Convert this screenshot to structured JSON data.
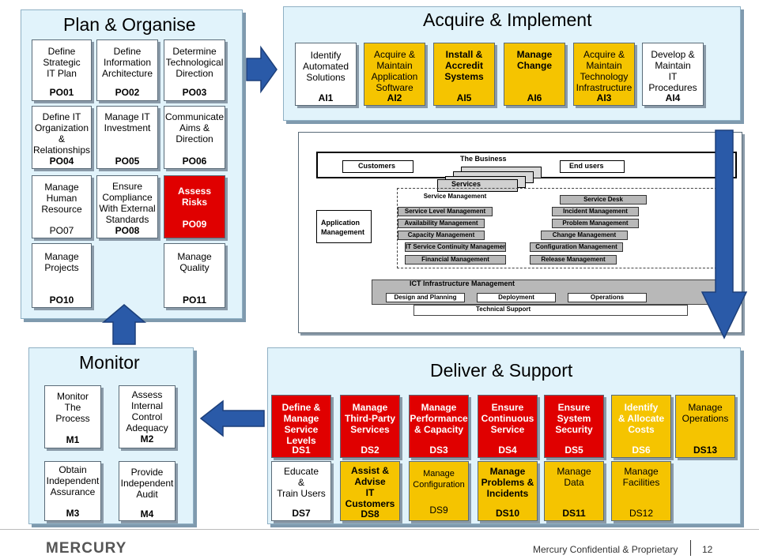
{
  "plan": {
    "title": "Plan & Organise",
    "boxes": [
      {
        "text": "Define\nStrategic\nIT Plan",
        "code": "PO01"
      },
      {
        "text": "Define\nInformation\nArchitecture",
        "code": "PO02"
      },
      {
        "text": "Determine\nTechnological\nDirection",
        "code": "PO03"
      },
      {
        "text": "Define IT\nOrganization\n&\nRelationships",
        "code": "PO04"
      },
      {
        "text": "Manage IT\nInvestment",
        "code": "PO05"
      },
      {
        "text": "Communicate\nAims &\nDirection",
        "code": "PO06"
      },
      {
        "text": "Manage\nHuman\nResource",
        "code": "PO07"
      },
      {
        "text": "Ensure\nCompliance\nWith External\nStandards",
        "code": "PO08"
      },
      {
        "text": "Assess\nRisks",
        "code": "PO09"
      },
      {
        "text": "Manage\nProjects",
        "code": "PO10"
      },
      {
        "text": "Manage\nQuality",
        "code": "PO11"
      }
    ]
  },
  "acquire": {
    "title": "Acquire & Implement",
    "boxes": [
      {
        "text": "Identify\nAutomated\nSolutions",
        "code": "AI1"
      },
      {
        "text": "Acquire &\nMaintain\nApplication\nSoftware",
        "code": "AI2"
      },
      {
        "text": "Install &\nAccredit\nSystems",
        "code": "AI5"
      },
      {
        "text": "Manage\nChange",
        "code": "AI6"
      },
      {
        "text": "Acquire &\nMaintain\nTechnology\nInfrastructure",
        "code": "AI3"
      },
      {
        "text": "Develop &\nMaintain\nIT\nProcedures",
        "code": "AI4"
      }
    ]
  },
  "monitor": {
    "title": "Monitor",
    "boxes": [
      {
        "text": "Monitor\nThe\nProcess",
        "code": "M1"
      },
      {
        "text": "Assess\nInternal\nControl\nAdequacy",
        "code": "M2"
      },
      {
        "text": "Obtain\nIndependent\nAssurance",
        "code": "M3"
      },
      {
        "text": "Provide\nIndependent\nAudit",
        "code": "M4"
      }
    ]
  },
  "deliver": {
    "title": "Deliver & Support",
    "boxes": [
      {
        "text": "Define &\nManage\nService\nLevels",
        "code": "DS1"
      },
      {
        "text": "Manage\nThird-Party\nServices",
        "code": "DS2"
      },
      {
        "text": "Manage\nPerformance\n& Capacity",
        "code": "DS3"
      },
      {
        "text": "Ensure\nContinuous\nService",
        "code": "DS4"
      },
      {
        "text": "Ensure\nSystem\nSecurity",
        "code": "DS5"
      },
      {
        "text": "Identify\n& Allocate\nCosts",
        "code": "DS6"
      },
      {
        "text": "Manage\nOperations",
        "code": "DS13"
      },
      {
        "text": "Educate\n&\nTrain Users",
        "code": "DS7"
      },
      {
        "text": "Assist &\nAdvise\nIT\nCustomers",
        "code": "DS8"
      },
      {
        "text": "Manage\nConfiguration",
        "code": "DS9"
      },
      {
        "text": "Manage\nProblems &\nIncidents",
        "code": "DS10"
      },
      {
        "text": "Manage\nData",
        "code": "DS11"
      },
      {
        "text": "Manage\nFacilities",
        "code": "DS12"
      }
    ]
  },
  "itil": {
    "the_business": "The Business",
    "customers": "Customers",
    "end_users": "End users",
    "services": "Services",
    "application_management": "Application\nManagement",
    "service_management": "Service Management",
    "service_desk": "Service Desk",
    "left_pills": [
      "Service Level Management",
      "Availability Management",
      "Capacity Management",
      "IT Service Continuity Management",
      "Financial Management"
    ],
    "right_pills": [
      "Incident Management",
      "Problem Management",
      "Change Management",
      "Configuration Management",
      "Release Management"
    ],
    "ict_infra": "ICT Infrastructure Management",
    "design": "Design and Planning",
    "deployment": "Deployment",
    "operations": "Operations",
    "technical_support": "Technical Support"
  },
  "footer": {
    "logo": "MERCURY",
    "confidential": "Mercury Confidential & Proprietary",
    "page": "12"
  }
}
